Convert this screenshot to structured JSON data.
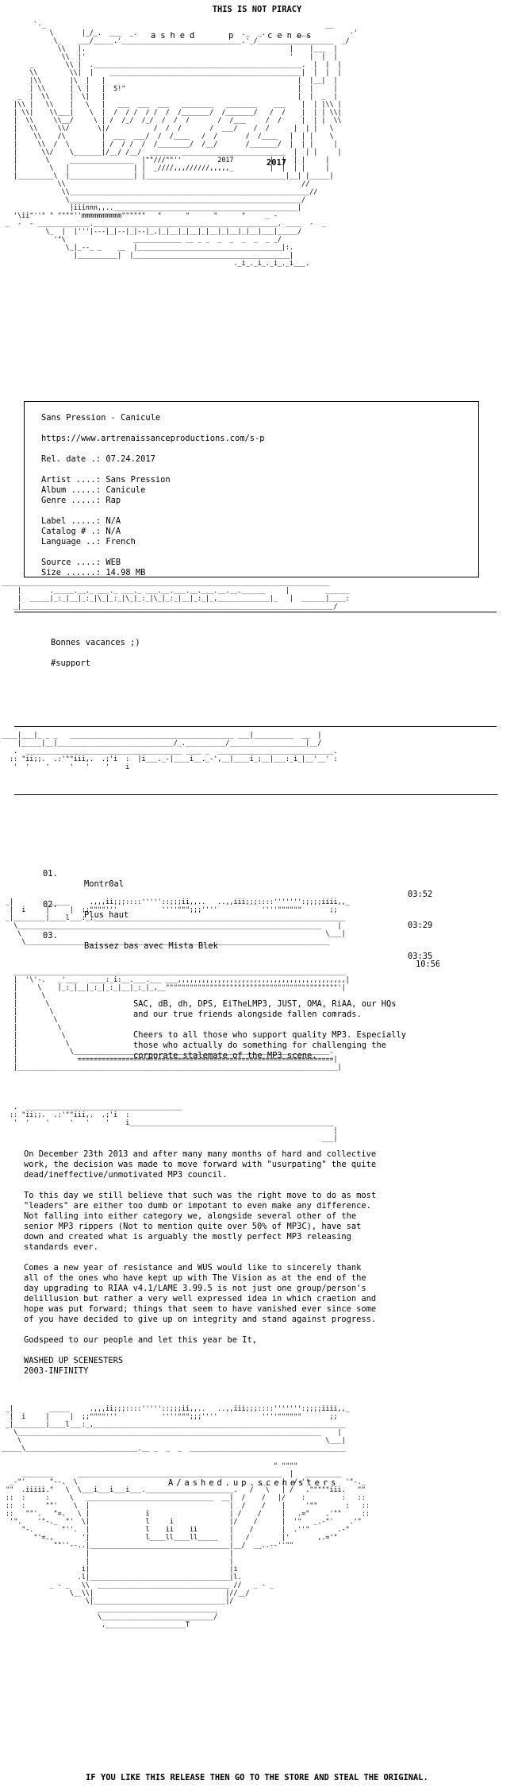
{
  "header_top": "THIS IS NOT PIRACY",
  "footer_bottom": "IF YOU LIKE THIS RELEASE THEN GO TO THE STORE AND STEAL THE ORIGINAL.",
  "banner_text": "ashed   p   cenes",
  "banner_side": "t e r s",
  "logo_year": "2017",
  "bottom_logo_text": "A/ashed.up.scenesters",
  "release": {
    "title_line": "Sans Pression - Canicule",
    "url": "https://www.artrenaissanceproductions.com/s-p",
    "rel_date": "Rel. date .: 07.24.2017",
    "artist": "Artist ....: Sans Pression",
    "album": "Album .....: Canicule",
    "genre": "Genre .....: Rap",
    "label": "Label .....: N/A",
    "catalog": "Catalog # .: N/A",
    "language": "Language ..: French",
    "source": "Source ....: WEB",
    "size": "Size ......: 14.98 MB"
  },
  "notes": {
    "line1": "Bonnes vacances ;)",
    "line2": "#support"
  },
  "tracks": [
    {
      "num": "01.",
      "title": "Montr0al",
      "time": "03:52"
    },
    {
      "num": "02.",
      "title": "Plus haut",
      "time": "03:29"
    },
    {
      "num": "03.",
      "title": "Baissez bas avec Mista Blek",
      "time": "03:35"
    }
  ],
  "total_time": "10:56",
  "greets": {
    "p1a": "SAC, dB, dh, DPS, EiTheLMP3, JUST, OMA, RiAA, our HQs",
    "p1b": "and our true friends alongside fallen comrads.",
    "p2a": "Cheers to all those who support quality MP3. Especially",
    "p2b": "those who actually do something for challenging the",
    "p2c": "corporate stalemate of the MP3 scene."
  },
  "manifesto": [
    "On December 23th 2013 and after many many months of hard and collective",
    "work, the decision was made to move forward with \"usurpating\" the quite",
    "dead/ineffective/unmotivated MP3 council.",
    "",
    "To this day we still believe that such was the right move to do as most",
    "\"leaders\" are either too dumb or impotant to even make any difference.",
    "Not falling into either category we, alongside several other of the",
    "senior MP3 rippers (Not to mention quite over 50% of MP3C), have sat",
    "down and created what is arguably the mostly perfect MP3 releasing",
    "standards ever.",
    "",
    "Comes a new year of resistance and WUS would like to sincerely thank",
    "all of the ones who have kept up with The Vision as at the end of the",
    "day upgrading to RIAA v4.1/LAME 3.99.5 is not just one group/person's",
    "delillusion but rather a very well expressed idea in which craetion and",
    "hope was put forward; things that seem to have vanished ever since some",
    "of you have decided to give up on integrity and stand against progress.",
    "",
    "Godspeed to our people and let this year be It,",
    "",
    "WASHED UP SCENESTERS",
    "2003-INFINITY"
  ]
}
